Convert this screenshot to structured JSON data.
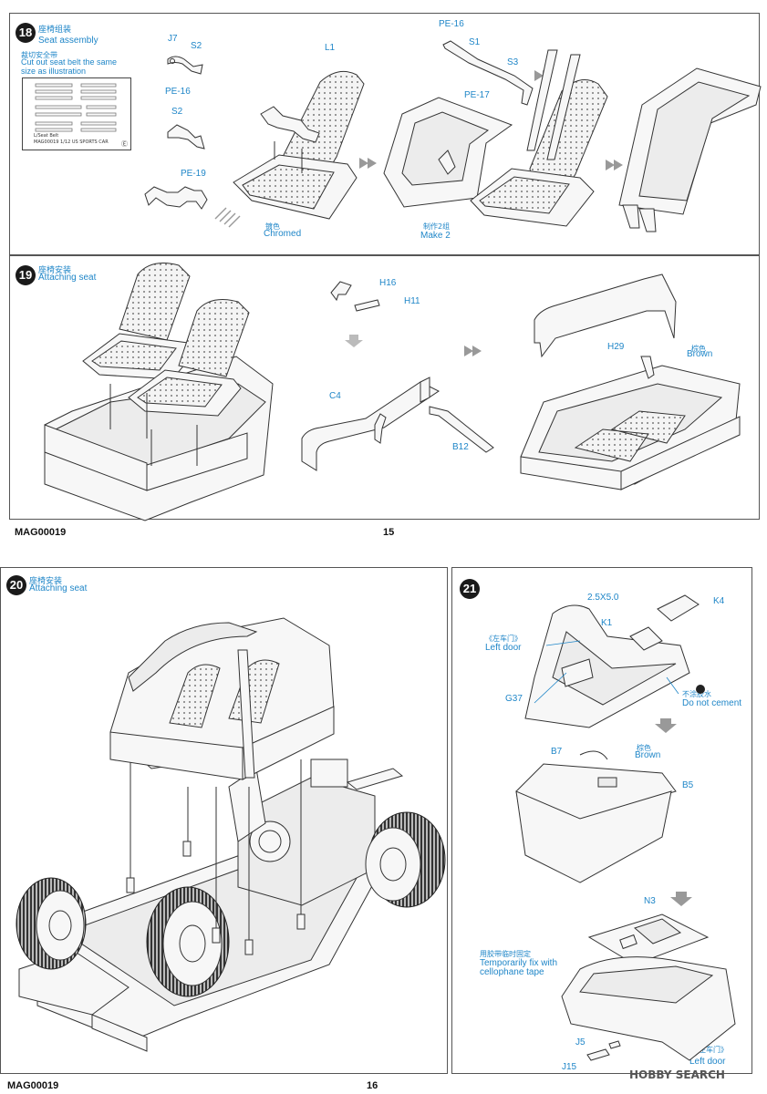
{
  "step18": {
    "number": "18",
    "title_zh": "座椅组装",
    "title_en": "Seat  assembly",
    "note_zh": "裁切安全带",
    "note_en_1": "Cut out seat belt the same",
    "note_en_2": "size as illustration",
    "belt_sheet_title": "L/Seat Belt",
    "belt_sheet_caption": "MAG00019 1/12  US SPORTS CAR",
    "parts": {
      "j7": "J7",
      "s2a": "S2",
      "pe16a": "PE-16",
      "s2b": "S2",
      "pe19": "PE-19",
      "l1": "L1",
      "pe16b": "PE-16",
      "s1": "S1",
      "s3": "S3",
      "pe17": "PE-17"
    },
    "chromed_zh": "镀色",
    "chromed_en": "Chromed",
    "make2_zh": "制作2组",
    "make2_en": "Make 2"
  },
  "step19": {
    "number": "19",
    "title_zh": "座椅安装",
    "title_en": "Attaching seat",
    "parts": {
      "h16": "H16",
      "h11": "H11",
      "c4": "C4",
      "b12": "B12",
      "h29": "H29"
    },
    "brown_zh": "棕色",
    "brown_en": "Brown"
  },
  "footer_top": {
    "code": "MAG00019",
    "page": "15"
  },
  "step20": {
    "number": "20",
    "title_zh": "座椅安装",
    "title_en": "Attaching seat"
  },
  "step21": {
    "number": "21",
    "parts": {
      "screw": "2.5X5.0",
      "k4": "K4",
      "k1": "K1",
      "g37": "G37",
      "b7": "B7",
      "b5": "B5",
      "n3": "N3",
      "j5": "J5",
      "j15": "J15"
    },
    "left_door_zh_1": "《左车门》",
    "left_door_en_1": "Left door",
    "no_cement_zh": "不涂胶水",
    "no_cement_en": "Do not cement",
    "brown_zh": "棕色",
    "brown_en": "Brown",
    "tape_zh": "用胶带临时固定",
    "tape_en_1": "Temporarily fix with",
    "tape_en_2": "cellophane tape",
    "left_door_zh_2": "《左车门》",
    "left_door_en_2": "Left door"
  },
  "footer_bottom": {
    "code": "MAG00019",
    "page": "16"
  },
  "watermark": "HOBBY SEARCH",
  "colors": {
    "accent": "#1f86c8",
    "ink": "#333333"
  }
}
